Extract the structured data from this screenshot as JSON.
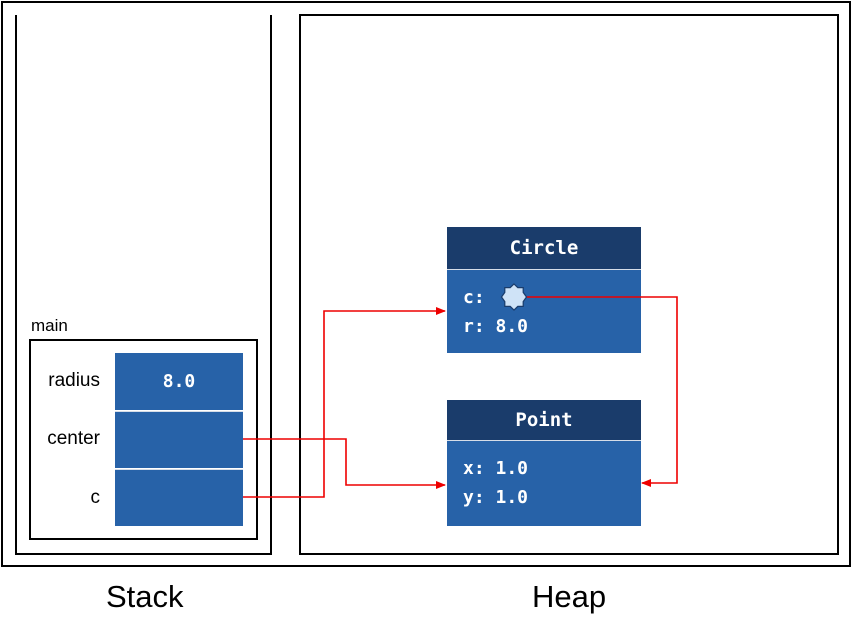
{
  "stack": {
    "frame_name": "main",
    "variables": [
      {
        "name": "radius",
        "value": "8.0"
      },
      {
        "name": "center",
        "value": ""
      },
      {
        "name": "c",
        "value": ""
      }
    ]
  },
  "heap": {
    "objects": [
      {
        "type": "Circle",
        "fields": [
          {
            "text": "c:"
          },
          {
            "text": "r: 8.0"
          }
        ]
      },
      {
        "type": "Point",
        "fields": [
          {
            "text": "x: 1.0"
          },
          {
            "text": "y: 1.0"
          }
        ]
      }
    ]
  },
  "captions": {
    "stack": "Stack",
    "heap": "Heap"
  },
  "colors": {
    "object_header": "#1a3c6b",
    "object_body": "#2762a8",
    "arrow": "#ee0000",
    "reference_marker": "#cfe3f7"
  },
  "references": [
    {
      "from": "stack.center",
      "to": "heap.Point"
    },
    {
      "from": "stack.c",
      "to": "heap.Circle"
    },
    {
      "from": "heap.Circle.c",
      "to": "heap.Point"
    }
  ]
}
